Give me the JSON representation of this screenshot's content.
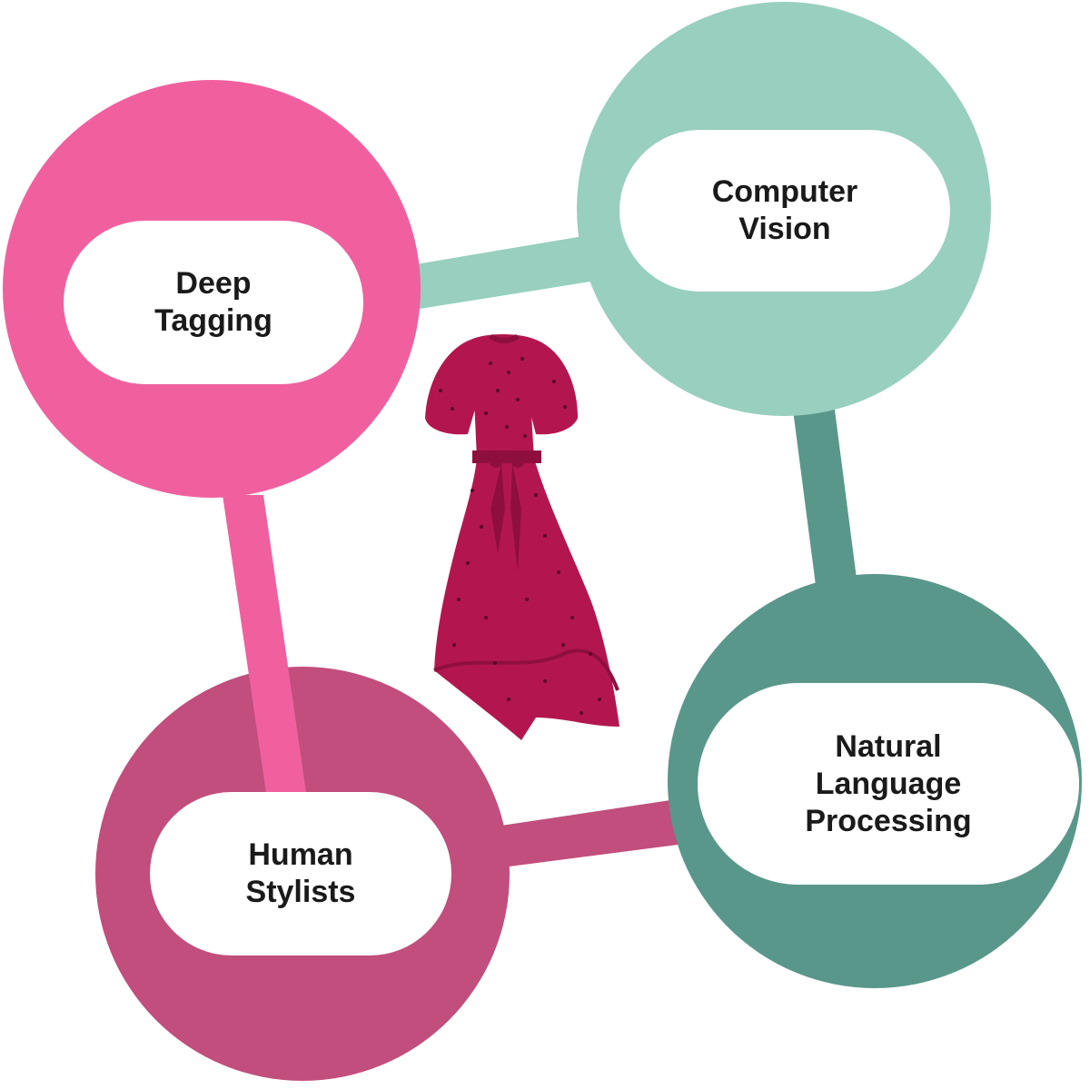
{
  "diagram": {
    "nodes": [
      {
        "id": "deep-tagging",
        "lines": [
          "Deep",
          "Tagging"
        ]
      },
      {
        "id": "computer-vision",
        "lines": [
          "Computer",
          "Vision"
        ]
      },
      {
        "id": "natural-language-processing",
        "lines": [
          "Natural",
          "Language",
          "Processing"
        ]
      },
      {
        "id": "human-stylists",
        "lines": [
          "Human",
          "Stylists"
        ]
      }
    ],
    "edges": [
      {
        "from": "deep-tagging",
        "to": "computer-vision"
      },
      {
        "from": "computer-vision",
        "to": "natural-language-processing"
      },
      {
        "from": "natural-language-processing",
        "to": "human-stylists"
      },
      {
        "from": "human-stylists",
        "to": "deep-tagging"
      }
    ],
    "center_image": {
      "icon": "dress-icon"
    }
  },
  "colors": {
    "pink": "#f0609e",
    "mint": "#98cfbf",
    "teal": "#59978a",
    "rose": "#c14e7c",
    "dress": "#b3164f",
    "dress_dark": "#8e0f3d",
    "pill": "#ffffff",
    "text": "#1a1a1a"
  }
}
